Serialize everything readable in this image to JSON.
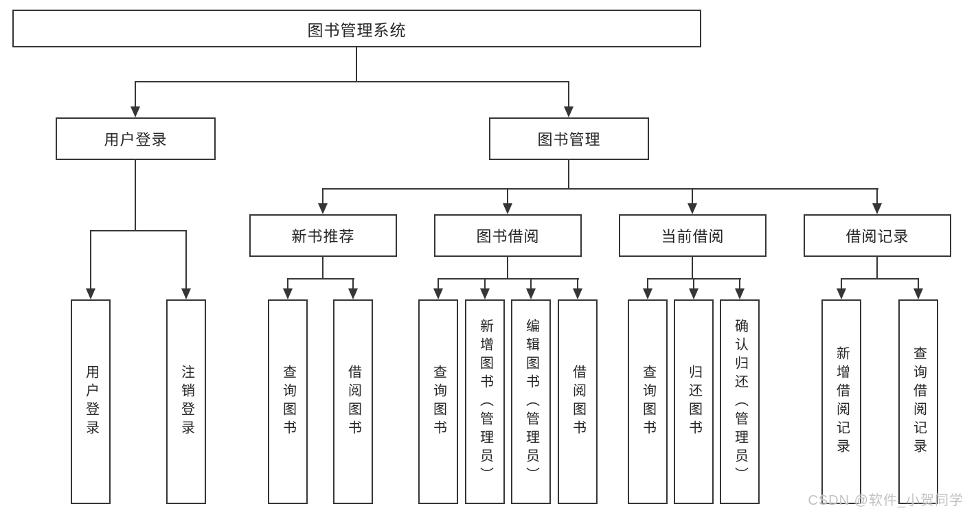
{
  "diagram_title": "图书管理系统",
  "tree": {
    "label": "图书管理系统",
    "children": [
      {
        "label": "用户登录",
        "children": [
          {
            "label": "用户登录"
          },
          {
            "label": "注销登录"
          }
        ]
      },
      {
        "label": "图书管理",
        "children": [
          {
            "label": "新书推荐",
            "children": [
              {
                "label": "查询图书"
              },
              {
                "label": "借阅图书"
              }
            ]
          },
          {
            "label": "图书借阅",
            "children": [
              {
                "label": "查询图书"
              },
              {
                "label": "新增图书（管理员）"
              },
              {
                "label": "编辑图书（管理员）"
              },
              {
                "label": "借阅图书"
              }
            ]
          },
          {
            "label": "当前借阅",
            "children": [
              {
                "label": "查询图书"
              },
              {
                "label": "归还图书"
              },
              {
                "label": "确认归还（管理员）"
              }
            ]
          },
          {
            "label": "借阅记录",
            "children": [
              {
                "label": "新增借阅记录"
              },
              {
                "label": "查询借阅记录"
              }
            ]
          }
        ]
      }
    ]
  },
  "watermark": {
    "text": "CSDN @软件_小贺同学"
  },
  "colors": {
    "line": "#363636",
    "box_border": "#363636",
    "text": "#262626",
    "watermark": "#c2c2c2"
  }
}
